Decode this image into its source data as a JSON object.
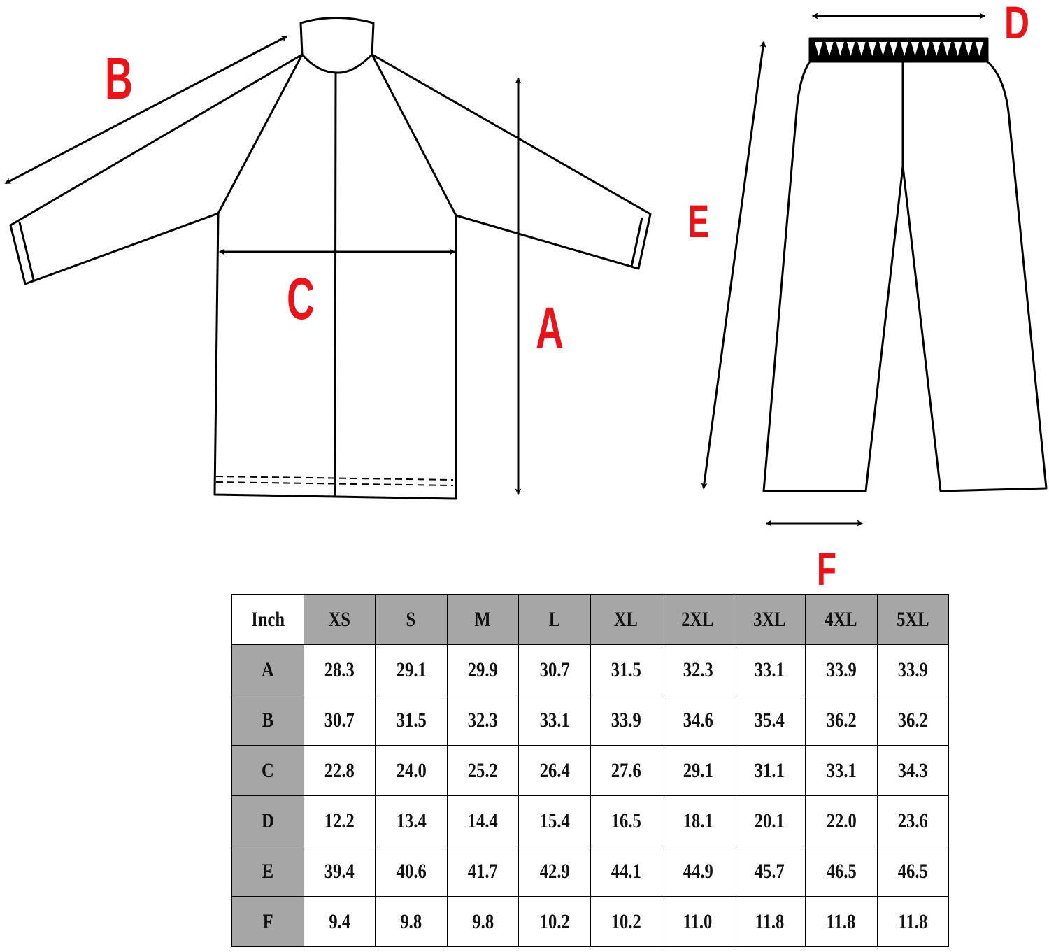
{
  "diagram": {
    "labels": {
      "A": "A",
      "B": "B",
      "C": "C",
      "D": "D",
      "E": "E",
      "F": "F"
    },
    "label_color": "#e8141a"
  },
  "table": {
    "corner": "Inch",
    "columns": [
      "XS",
      "S",
      "M",
      "L",
      "XL",
      "2XL",
      "3XL",
      "4XL",
      "5XL"
    ],
    "rows": [
      {
        "label": "A",
        "values": [
          "28.3",
          "29.1",
          "29.9",
          "30.7",
          "31.5",
          "32.3",
          "33.1",
          "33.9",
          "33.9"
        ]
      },
      {
        "label": "B",
        "values": [
          "30.7",
          "31.5",
          "32.3",
          "33.1",
          "33.9",
          "34.6",
          "35.4",
          "36.2",
          "36.2"
        ]
      },
      {
        "label": "C",
        "values": [
          "22.8",
          "24.0",
          "25.2",
          "26.4",
          "27.6",
          "29.1",
          "31.1",
          "33.1",
          "34.3"
        ]
      },
      {
        "label": "D",
        "values": [
          "12.2",
          "13.4",
          "14.4",
          "15.4",
          "16.5",
          "18.1",
          "20.1",
          "22.0",
          "23.6"
        ]
      },
      {
        "label": "E",
        "values": [
          "39.4",
          "40.6",
          "41.7",
          "42.9",
          "44.1",
          "44.9",
          "45.7",
          "46.5",
          "46.5"
        ]
      },
      {
        "label": "F",
        "values": [
          "9.4",
          "9.8",
          "9.8",
          "10.2",
          "10.2",
          "11.0",
          "11.8",
          "11.8",
          "11.8"
        ]
      }
    ],
    "header_bg": "#a6a6a6"
  }
}
